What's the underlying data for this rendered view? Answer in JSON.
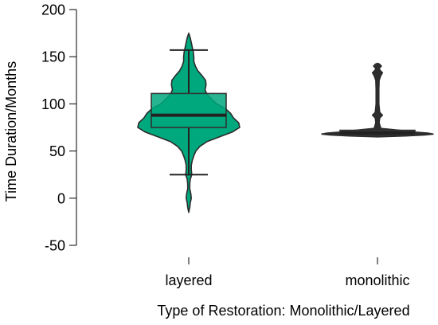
{
  "chart_data": {
    "type": "violin",
    "xlabel": "Type of Restoration: Monolithic/Layered",
    "ylabel": "Time Duration/Months",
    "ylim": [
      -50,
      200
    ],
    "yticks": [
      -50,
      0,
      50,
      100,
      150,
      200
    ],
    "ytick_labels": [
      "-50",
      "0",
      "50",
      "100",
      "150",
      "200"
    ],
    "grid": false,
    "legend": "none",
    "categories": [
      "layered",
      "monolithic"
    ],
    "series": [
      {
        "category": "layered",
        "color": "#00a87d",
        "box": {
          "q1": 75,
          "median": 88,
          "q3": 111
        },
        "whiskers": [
          25,
          157
        ],
        "violin_range": [
          -15,
          175
        ],
        "density": [
          [
            -15,
            0.0
          ],
          [
            -10,
            0.02
          ],
          [
            -5,
            0.03
          ],
          [
            0,
            0.05
          ],
          [
            5,
            0.04
          ],
          [
            10,
            0.02
          ],
          [
            15,
            0.02
          ],
          [
            20,
            0.03
          ],
          [
            25,
            0.06
          ],
          [
            30,
            0.05
          ],
          [
            35,
            0.05
          ],
          [
            40,
            0.07
          ],
          [
            45,
            0.1
          ],
          [
            50,
            0.14
          ],
          [
            55,
            0.22
          ],
          [
            60,
            0.36
          ],
          [
            65,
            0.6
          ],
          [
            70,
            0.85
          ],
          [
            75,
            1.0
          ],
          [
            80,
            0.98
          ],
          [
            85,
            0.88
          ],
          [
            90,
            0.82
          ],
          [
            95,
            0.72
          ],
          [
            100,
            0.55
          ],
          [
            105,
            0.45
          ],
          [
            110,
            0.36
          ],
          [
            115,
            0.32
          ],
          [
            120,
            0.34
          ],
          [
            125,
            0.33
          ],
          [
            130,
            0.26
          ],
          [
            135,
            0.18
          ],
          [
            140,
            0.13
          ],
          [
            145,
            0.1
          ],
          [
            150,
            0.1
          ],
          [
            155,
            0.09
          ],
          [
            160,
            0.07
          ],
          [
            165,
            0.05
          ],
          [
            170,
            0.03
          ],
          [
            175,
            0.0
          ]
        ]
      },
      {
        "category": "monolithic",
        "color": "#2e2e2e",
        "box": {
          "q1": 67,
          "median": 69,
          "q3": 72
        },
        "whiskers": [
          66,
          73
        ],
        "violin_range": [
          65,
          143
        ],
        "density": [
          [
            65,
            0.0
          ],
          [
            66,
            0.5
          ],
          [
            67,
            0.85
          ],
          [
            68,
            1.0
          ],
          [
            69,
            0.9
          ],
          [
            70,
            0.7
          ],
          [
            72,
            0.4
          ],
          [
            74,
            0.06
          ],
          [
            80,
            0.03
          ],
          [
            85,
            0.04
          ],
          [
            88,
            0.09
          ],
          [
            91,
            0.04
          ],
          [
            100,
            0.025
          ],
          [
            115,
            0.025
          ],
          [
            125,
            0.03
          ],
          [
            130,
            0.06
          ],
          [
            133,
            0.09
          ],
          [
            136,
            0.04
          ],
          [
            138,
            0.035
          ],
          [
            140,
            0.07
          ],
          [
            142,
            0.04
          ],
          [
            143,
            0.0
          ]
        ]
      }
    ]
  }
}
